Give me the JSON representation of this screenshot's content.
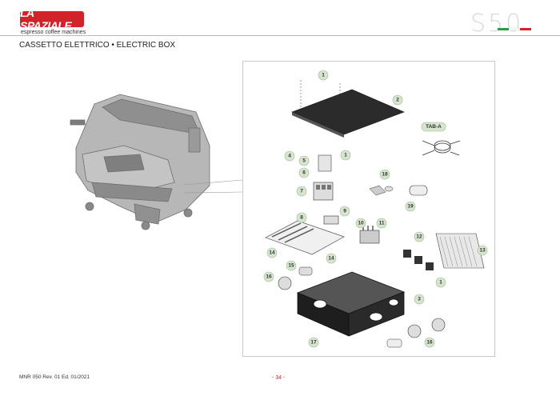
{
  "header": {
    "brand": "LA SPAZIALE",
    "tagline": "espresso coffee machines",
    "model": "S50",
    "flag_colors": [
      "#2e9b46",
      "#ffffff",
      "#d2232a"
    ]
  },
  "section_title": "CASSETTO ELETTRICO • ELECTRIC BOX",
  "callouts": [
    "1",
    "2",
    "TAB-A",
    "4",
    "5",
    "1",
    "6",
    "7",
    "18",
    "8",
    "9",
    "10",
    "11",
    "19",
    "12",
    "13",
    "14",
    "14",
    "15",
    "16",
    "1",
    "3",
    "17",
    "16"
  ],
  "footer": {
    "doc_ref": "MNR 050   Rev. 01 Ed.  01/2021",
    "page": "- 34 -"
  }
}
